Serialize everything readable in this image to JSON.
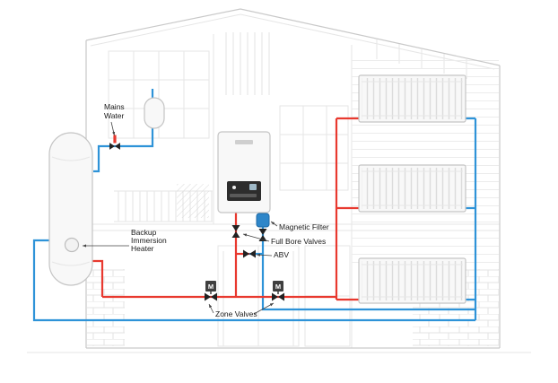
{
  "labels": {
    "mains_water": [
      "Mains",
      "Water"
    ],
    "backup_immersion_heater": [
      "Backup",
      "Immersion",
      "Heater"
    ],
    "magnetic_filter": "Magnetic Filter",
    "full_bore_valves": "Full Bore Valves",
    "abv": "ABV",
    "zone_valves": "Zone Valves",
    "motor": "M"
  },
  "colors": {
    "flow": "#e8392f",
    "return": "#2e93d8",
    "valve": "#222222",
    "leader": "#444444",
    "label_text": "#1a1a1a",
    "component_fill": "#f8f8f8",
    "component_border": "#c4c4c4",
    "filter_fill": "#2e86c9",
    "display_fill": "#2d2d2d"
  }
}
